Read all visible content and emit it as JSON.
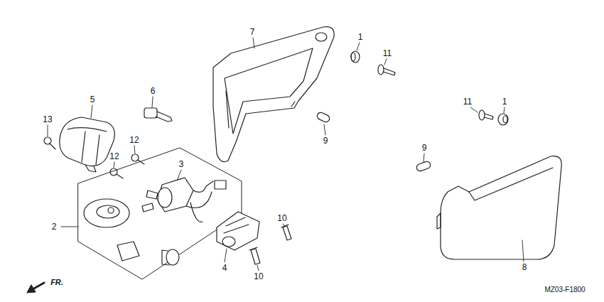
{
  "diagram": {
    "labels": [
      "7",
      "1",
      "11",
      "6",
      "5",
      "13",
      "12",
      "12",
      "3",
      "9",
      "11",
      "1",
      "9",
      "2",
      "10",
      "4",
      "10",
      "8",
      "FR.",
      "MZ03-F1800"
    ]
  }
}
